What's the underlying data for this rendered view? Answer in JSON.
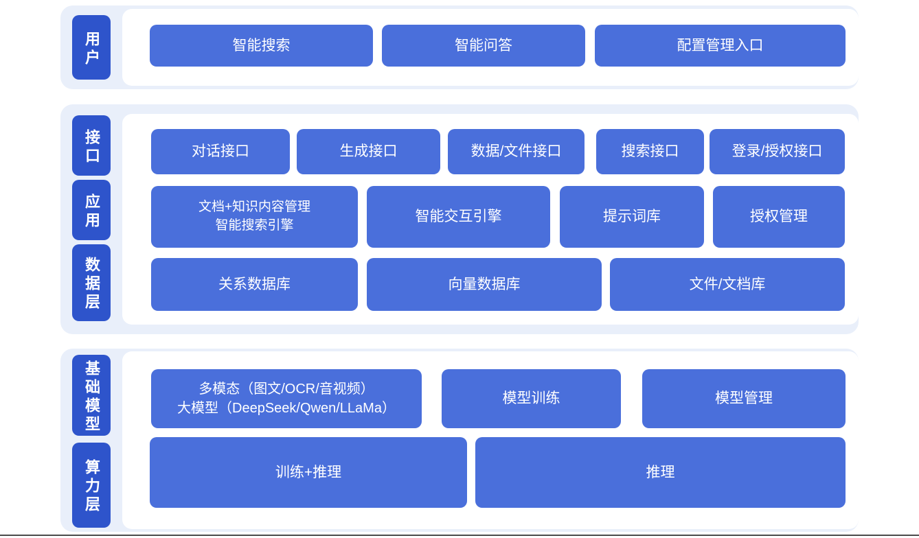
{
  "diagram": {
    "colors": {
      "section_bg": "#e9effa",
      "panel_bg": "#ffffff",
      "layer_label_bg": "#2e54cb",
      "block_bg": "#4a6fdb",
      "block_text": "#ffffff"
    },
    "sections": [
      {
        "id": "user-layer",
        "layer_labels": [
          "用户"
        ],
        "rows": [
          [
            "智能搜索",
            "智能问答",
            "配置管理入口"
          ]
        ]
      },
      {
        "id": "interface-application-data-layer",
        "layer_labels": [
          "接口",
          "应用",
          "数据层"
        ],
        "rows": [
          [
            "对话接口",
            "生成接口",
            "数据/文件接口",
            "搜索接口",
            "登录/授权接口"
          ],
          [
            "文档+知识内容管理\n智能搜索引擎",
            "智能交互引擎",
            "提示词库",
            "授权管理"
          ],
          [
            "关系数据库",
            "向量数据库",
            "文件/文档库"
          ]
        ]
      },
      {
        "id": "base-model-compute-layer",
        "layer_labels": [
          "基础模型",
          "算力层"
        ],
        "rows": [
          [
            "多模态（图文/OCR/音视频）\n大模型（DeepSeek/Qwen/LLaMa）",
            "模型训练",
            "模型管理"
          ],
          [
            "训练+推理",
            "推理"
          ]
        ]
      }
    ]
  }
}
